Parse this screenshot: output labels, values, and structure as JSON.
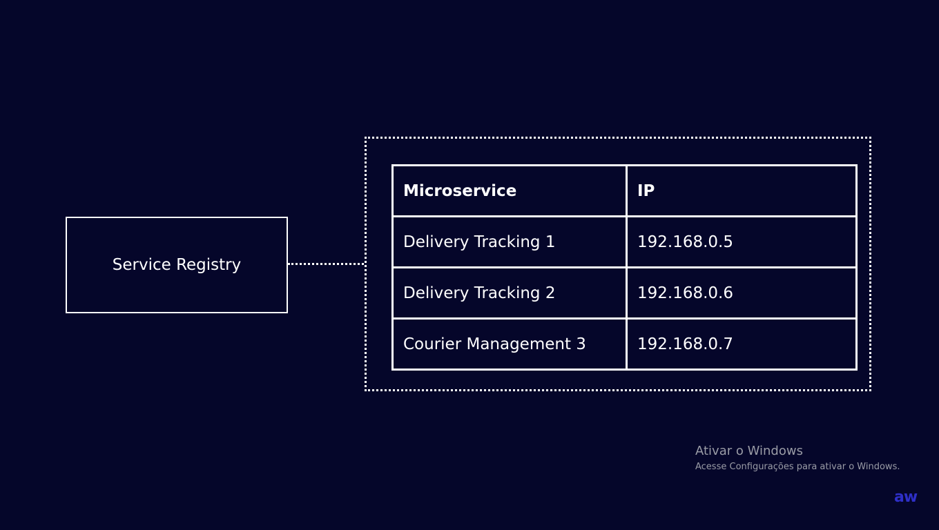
{
  "registry": {
    "label": "Service Registry"
  },
  "table": {
    "headers": [
      "Microservice",
      "IP"
    ],
    "rows": [
      [
        "Delivery Tracking 1",
        "192.168.0.5"
      ],
      [
        "Delivery Tracking 2",
        "192.168.0.6"
      ],
      [
        "Courier Management 3",
        "192.168.0.7"
      ]
    ]
  },
  "activation": {
    "title": "Ativar o Windows",
    "subtitle": "Acesse Configurações para ativar o Windows."
  },
  "logo": {
    "text": "aw",
    "color": "#2e2fc8"
  },
  "colors": {
    "background": "#05062a",
    "foreground": "#ffffff"
  }
}
